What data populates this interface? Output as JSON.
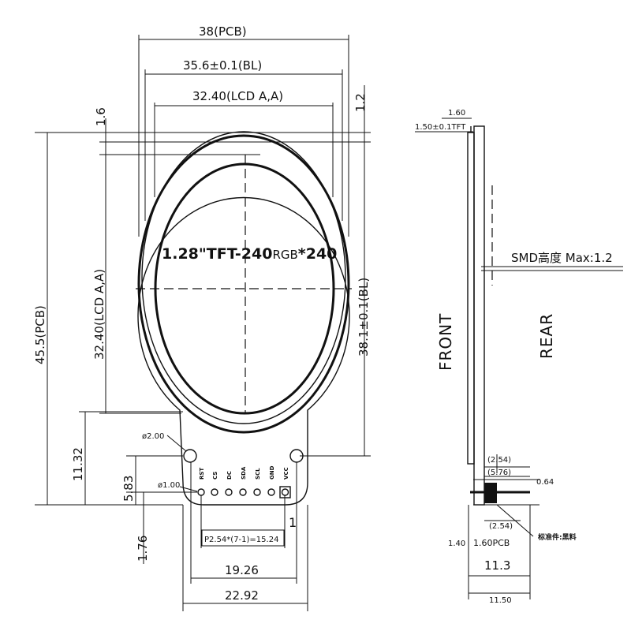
{
  "top_dims": {
    "pcb_width": "38(PCB)",
    "bl_width": "35.6±0.1(BL)",
    "lcd_width": "32.40(LCD A,A)"
  },
  "left_dims": {
    "top_gap": "1.6",
    "pcb_height": "45.5(PCB)",
    "lcd_height": "32.40(LCD A,A)",
    "tab_height": "11.32",
    "hole_offset": "5.83",
    "pin_offset": "1.76"
  },
  "right_dims": {
    "top_gap": "1.2",
    "bl_height": "38.1±0.1(BL)"
  },
  "lcd_label": {
    "part1": "1.28\"TFT-240",
    "part2": "RGB",
    "part3": "*240"
  },
  "holes": {
    "mount_hole": "ø2.00",
    "pin_hole": "ø1.00"
  },
  "pins": {
    "labels": [
      "RST",
      "CS",
      "DC",
      "SDA",
      "SCL",
      "GND",
      "VCC"
    ],
    "pin1_marker": "1"
  },
  "bottom_dims": {
    "pitch": "P2.54*(7-1)=15.24",
    "pin_span": "19.26",
    "tab_width": "22.92"
  },
  "side_view": {
    "glass_thickness": "1.60",
    "tft_thickness": "1.50±0.1TFT",
    "smd_height": "SMD高度 Max:1.2",
    "front_label": "FRONT",
    "rear_label": "REAR",
    "pin_pitch_a": "(2.54)",
    "pin_len": "(5.76)",
    "pin_dia": "0.64",
    "pin_pitch_b": "(2.54)",
    "header_note": "标准件:黑料",
    "pcb_bottom": "1.40",
    "pcb_thickness": "1.60PCB",
    "total_depth": "11.3",
    "overall_depth": "11.50"
  }
}
